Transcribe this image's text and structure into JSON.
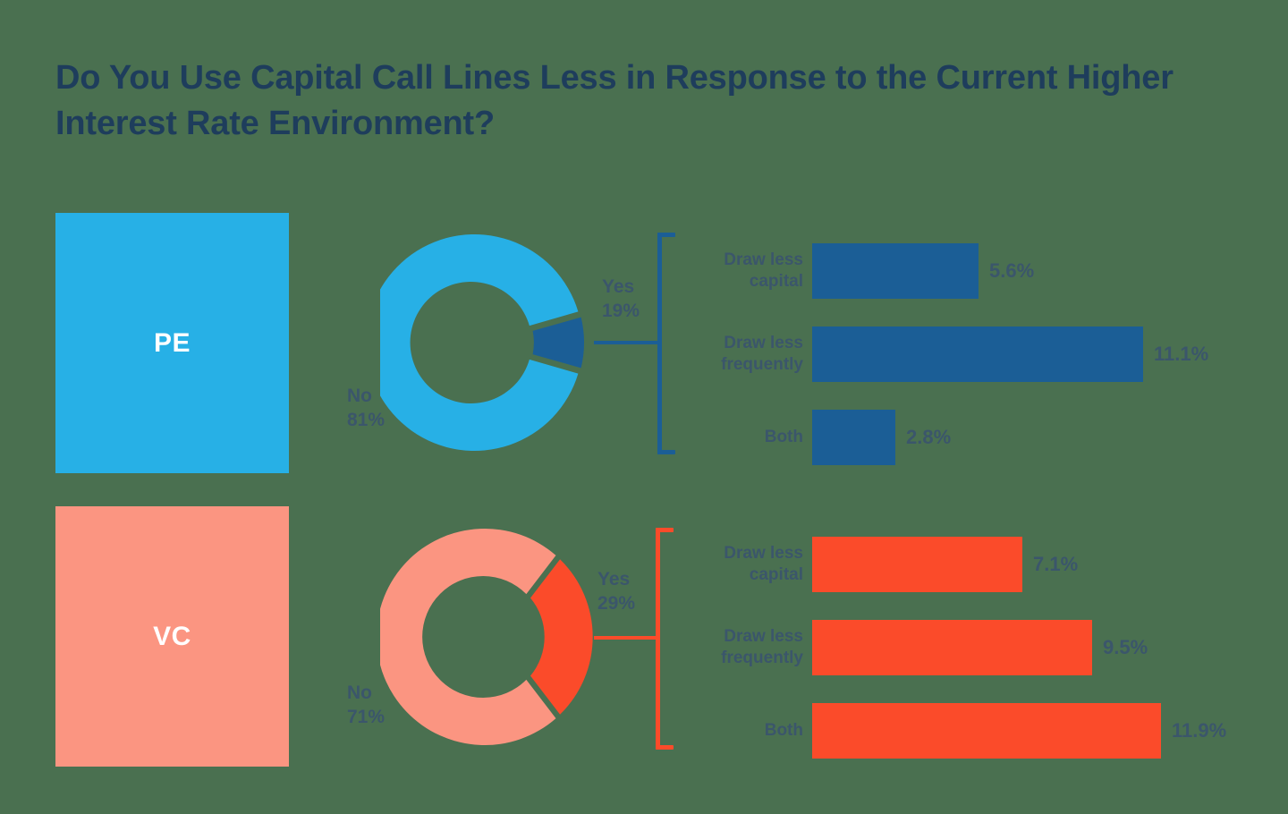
{
  "title": "Do You Use Capital Call Lines Less in Response to the Current Higher Interest Rate Environment?",
  "colors": {
    "background": "#4a7050",
    "title_text": "#1e3d5c",
    "label_text": "#3b566b",
    "pe_light": "#27b0e6",
    "pe_dark": "#1b5e96",
    "vc_light": "#fb9581",
    "vc_dark": "#fb4b2a"
  },
  "groups": [
    {
      "key": "pe",
      "badge_label": "PE",
      "donut": {
        "no_label": "No",
        "no_value": "81%",
        "yes_label": "Yes",
        "yes_value": "19%"
      },
      "bars": [
        {
          "label": "Draw less capital",
          "value": "5.6%"
        },
        {
          "label": "Draw less frequently",
          "value": "11.1%"
        },
        {
          "label": "Both",
          "value": "2.8%"
        }
      ]
    },
    {
      "key": "vc",
      "badge_label": "VC",
      "donut": {
        "no_label": "No",
        "no_value": "71%",
        "yes_label": "Yes",
        "yes_value": "29%"
      },
      "bars": [
        {
          "label": "Draw less capital",
          "value": "7.1%"
        },
        {
          "label": "Draw less frequently",
          "value": "9.5%"
        },
        {
          "label": "Both",
          "value": "11.9%"
        }
      ]
    }
  ],
  "chart_data": [
    {
      "type": "pie",
      "title": "PE — Do you use capital call lines less?",
      "labels": [
        "Yes",
        "No"
      ],
      "values": [
        19,
        81
      ],
      "colors": [
        "#1b5e96",
        "#27b0e6"
      ],
      "unit": "%",
      "donut": true,
      "legend": "labels-outside"
    },
    {
      "type": "bar",
      "title": "PE — If yes, how?",
      "orientation": "horizontal",
      "categories": [
        "Draw less capital",
        "Draw less frequently",
        "Both"
      ],
      "values": [
        5.6,
        11.1,
        2.8
      ],
      "color": "#1b5e96",
      "unit": "%",
      "xlabel": "",
      "ylabel": "",
      "xlim": [
        0,
        12
      ],
      "grid": false,
      "data_labels": [
        "5.6%",
        "11.1%",
        "2.8%"
      ]
    },
    {
      "type": "pie",
      "title": "VC — Do you use capital call lines less?",
      "labels": [
        "Yes",
        "No"
      ],
      "values": [
        29,
        71
      ],
      "colors": [
        "#fb4b2a",
        "#fb9581"
      ],
      "unit": "%",
      "donut": true,
      "legend": "labels-outside"
    },
    {
      "type": "bar",
      "title": "VC — If yes, how?",
      "orientation": "horizontal",
      "categories": [
        "Draw less capital",
        "Draw less frequently",
        "Both"
      ],
      "values": [
        7.1,
        9.5,
        11.9
      ],
      "color": "#fb4b2a",
      "unit": "%",
      "xlabel": "",
      "ylabel": "",
      "xlim": [
        0,
        12
      ],
      "grid": false,
      "data_labels": [
        "7.1%",
        "9.5%",
        "11.9%"
      ]
    }
  ]
}
